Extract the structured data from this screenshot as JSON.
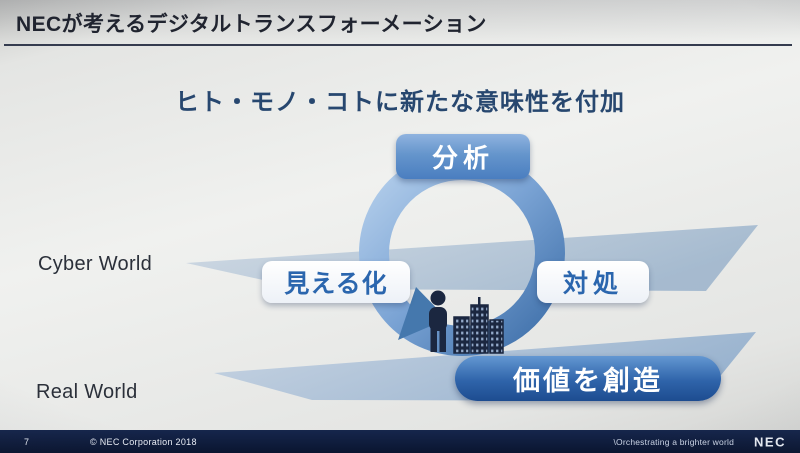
{
  "slide": {
    "title": "NECが考えるデジタルトランスフォーメーション",
    "subtitle": "ヒト・モノ・コトに新たな意味性を付加",
    "world_labels": {
      "cyber": "Cyber World",
      "real": "Real World"
    },
    "cycle": {
      "analysis": "分析",
      "visualization": "見える化",
      "action": "対処",
      "value": "価値を創造"
    },
    "icons": {
      "person": "standing-person",
      "buildings": "city-skyline"
    },
    "colors": {
      "title_text": "#20242f",
      "subtitle_blue": "#27476f",
      "ring_blue": "#3e6fa9",
      "button_blue": "#4a7ec0",
      "pill_navy": "#1d4c90",
      "plane_steel": "#a3b9cf",
      "footer_navy": "#0a1530",
      "icon_navy": "#1b2740"
    }
  },
  "footer": {
    "page_number": "7",
    "copyright": "© NEC Corporation 2018",
    "tagline": "\\Orchestrating a brighter world",
    "brand": "NEC"
  }
}
